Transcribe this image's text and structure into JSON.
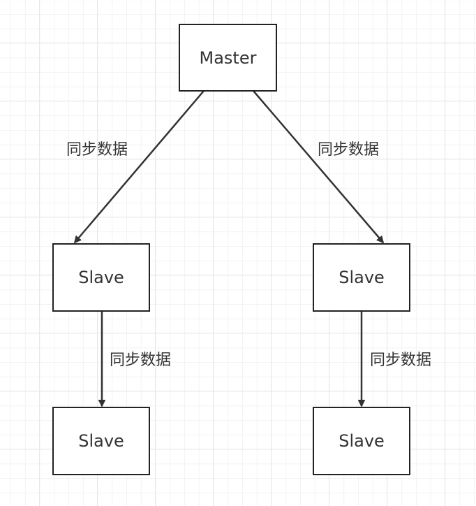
{
  "nodes": {
    "master": "Master",
    "slave_left": "Slave",
    "slave_right": "Slave",
    "slave_left_child": "Slave",
    "slave_right_child": "Slave"
  },
  "edges": {
    "master_to_left": "同步数据",
    "master_to_right": "同步数据",
    "left_to_child": "同步数据",
    "right_to_child": "同步数据"
  },
  "colors": {
    "stroke": "#333333"
  }
}
